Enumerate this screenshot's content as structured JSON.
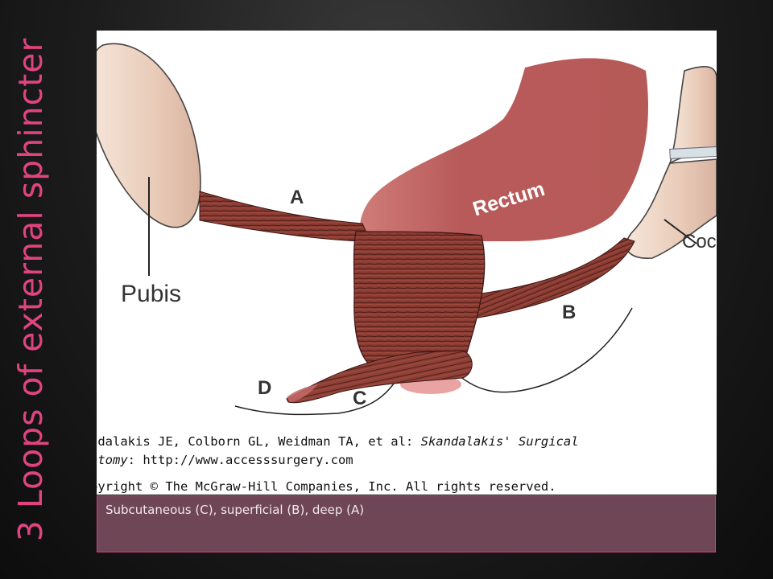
{
  "slide": {
    "title": "3 Loops of external sphincter",
    "caption": "Subcutaneous (C), superficial (B), deep (A)"
  },
  "figure": {
    "labels": {
      "pubis": "Pubis",
      "rectum": "Rectum",
      "coccyx": "Cocc",
      "a": "A",
      "b": "B",
      "c": "C",
      "d": "D"
    },
    "credit": {
      "line1_prefix": "ndalakis JE, Colborn GL, Weidman TA, et al: ",
      "line1_italic": "Skandalakis' Surgical",
      "line2_italic": "atomy",
      "line2_rest": ": http://www.accesssurgery.com",
      "line3": "pyright © The McGraw-Hill Companies, Inc. All rights reserved."
    }
  },
  "colors": {
    "title": "#e0447f",
    "caption_bg": "#6e4656",
    "caption_border": "#c0487c",
    "rectum": "#b85a5a",
    "muscle": "#8a3b32",
    "bone": "#e8c8b4"
  }
}
